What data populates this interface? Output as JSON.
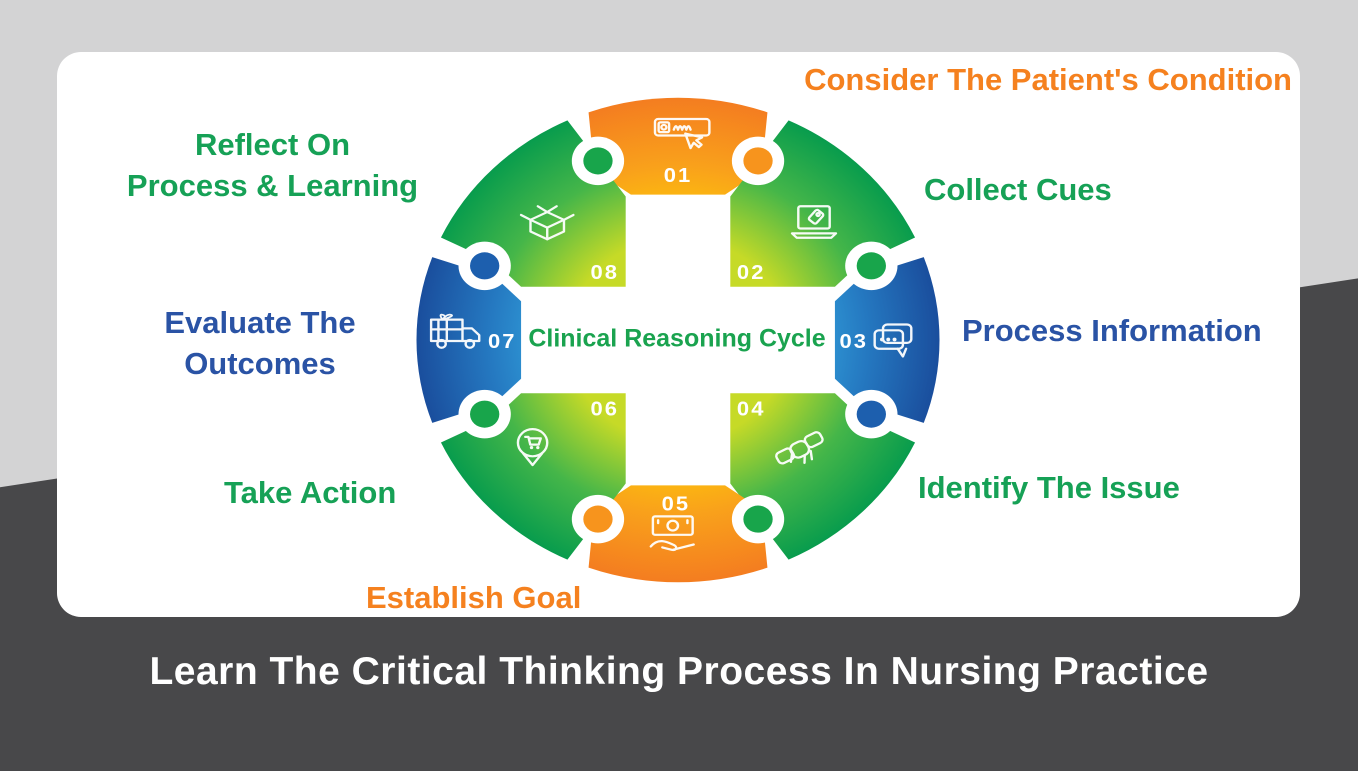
{
  "center_label": "Clinical Reasoning Cycle",
  "headline": "Learn The Critical Thinking Process In Nursing Practice",
  "segments": [
    {
      "number": "01",
      "label": "Consider The Patient's Condition",
      "color_family": "orange",
      "icon": "banner-click-icon"
    },
    {
      "number": "02",
      "label": "Collect Cues",
      "color_family": "green",
      "icon": "laptop-tag-icon"
    },
    {
      "number": "03",
      "label": "Process Information",
      "color_family": "blue",
      "icon": "chat-bubbles-icon"
    },
    {
      "number": "04",
      "label": "Identify The Issue",
      "color_family": "green",
      "icon": "handshake-icon"
    },
    {
      "number": "05",
      "label": "Establish Goal",
      "color_family": "orange",
      "icon": "money-hand-icon"
    },
    {
      "number": "06",
      "label": "Take Action",
      "color_family": "green",
      "icon": "location-cart-icon"
    },
    {
      "number": "07",
      "label": "Evaluate The Outcomes",
      "color_family": "blue",
      "icon": "delivery-truck-icon"
    },
    {
      "number": "08",
      "label": "Reflect On Process & Learning",
      "color_family": "green",
      "icon": "open-box-icon"
    }
  ],
  "labels": {
    "evaluate_line1": "Evaluate The",
    "evaluate_line2": "Outcomes",
    "reflect_line1": "Reflect On",
    "reflect_line2": "Process & Learning"
  },
  "palette": {
    "background_light": "#d3d3d4",
    "background_dark": "#48484a",
    "card": "#ffffff",
    "orange_outer": "#f47d20",
    "orange_inner": "#ffd005",
    "green_outer": "#089c4d",
    "green_inner": "#c6da27",
    "blue_outer": "#1a4e9d",
    "blue_inner": "#35abe2",
    "label_orange": "#f5811f",
    "label_green": "#16a156",
    "label_blue": "#2a53a5",
    "center_green": "#1aa34f",
    "headline_white": "#ffffff"
  }
}
